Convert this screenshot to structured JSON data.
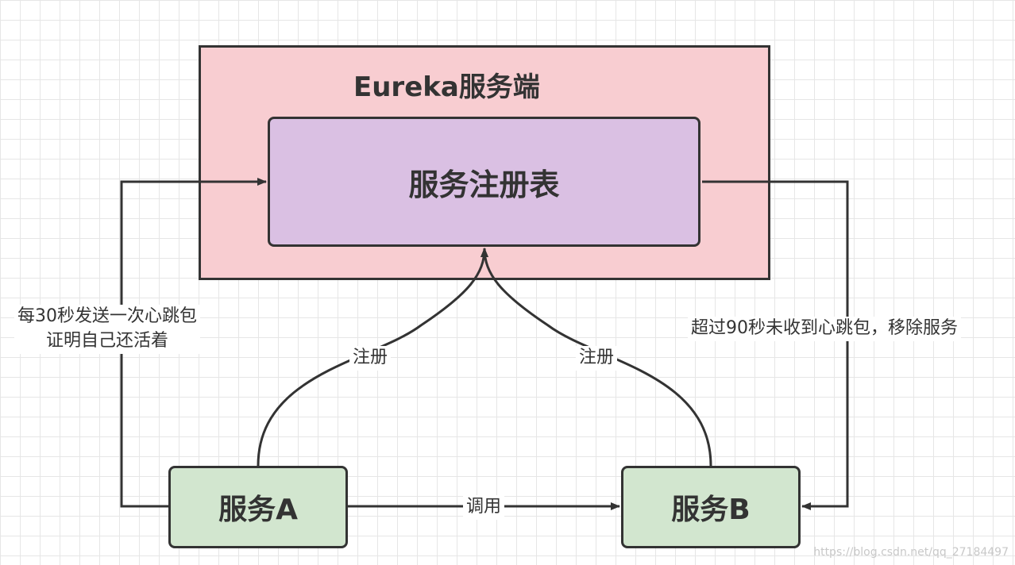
{
  "server": {
    "title": "Eureka服务端",
    "registry": "服务注册表"
  },
  "services": {
    "a": "服务A",
    "b": "服务B"
  },
  "labels": {
    "heartbeat_line1": "每30秒发送一次心跳包",
    "heartbeat_line2": "证明自己还活着",
    "register_a": "注册",
    "register_b": "注册",
    "call": "调用",
    "evict": "超过90秒未收到心跳包，移除服务"
  },
  "watermark": "https://blog.csdn.net/qq_27184497",
  "colors": {
    "server_fill": "#f8cdd1",
    "registry_fill": "#dac0e3",
    "service_fill": "#d2e6cf",
    "stroke": "#333333"
  }
}
